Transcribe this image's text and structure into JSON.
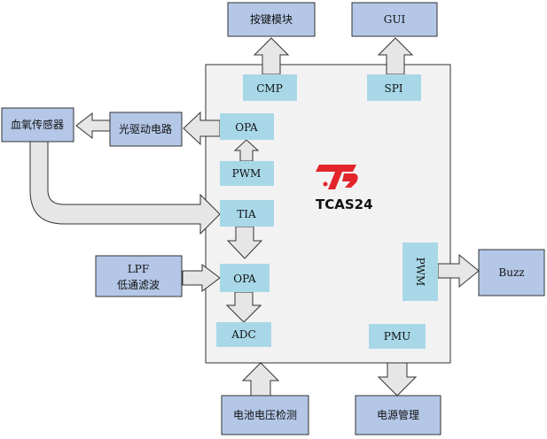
{
  "chip": {
    "name": "TCAS24",
    "logo_color": "#e3242b"
  },
  "external": {
    "key_module": "按键模块",
    "gui": "GUI",
    "spo2_sensor": "血氧传感器",
    "led_driver": "光驱动电路",
    "lpf_line1": "LPF",
    "lpf_line2": "低通滤波",
    "buzz": "Buzz",
    "battery_detect": "电池电压检测",
    "power_mgmt": "电源管理"
  },
  "internal": {
    "cmp": "CMP",
    "spi": "SPI",
    "opa_top": "OPA",
    "pwm_left": "PWM",
    "tia": "TIA",
    "opa_bottom": "OPA",
    "adc": "ADC",
    "pwm_right": "PWM",
    "pmu": "PMU"
  },
  "colors": {
    "external_fill": "#b4c7e7",
    "module_fill": "#a8d8e8",
    "chip_fill": "#f2f2f2",
    "arrow_fill": "#e6e6e6"
  }
}
